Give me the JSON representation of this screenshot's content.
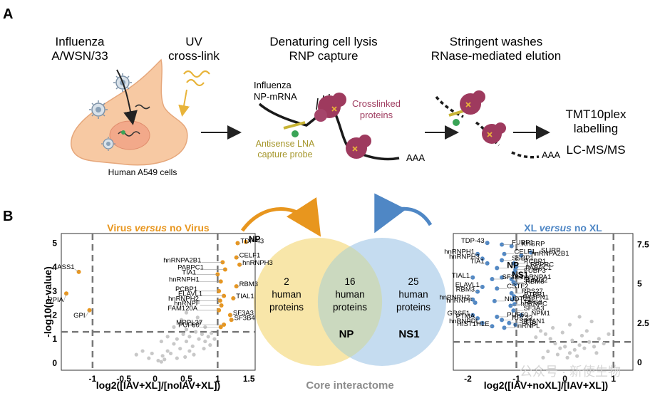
{
  "panelA": {
    "label": "A",
    "virus_label": [
      "Influenza",
      "A/WSN/33"
    ],
    "uv_label": [
      "UV",
      "cross-link"
    ],
    "cell_label": "Human A549 cells",
    "lysis_label": [
      "Denaturing cell lysis",
      "RNP capture"
    ],
    "np_mrna_label": [
      "Influenza",
      "NP-mRNA"
    ],
    "crosslinked_label": [
      "Crosslinked",
      "proteins"
    ],
    "lna_label": [
      "Antisense LNA",
      "capture probe"
    ],
    "polya_label": "AAA",
    "wash_label": [
      "Stringent washes",
      "RNase-mediated elution"
    ],
    "polya_label2": "AAA",
    "tmt_label": [
      "TMT10plex",
      "labelling"
    ],
    "lcms_label": "LC-MS/MS"
  },
  "panelB": {
    "label": "B",
    "left_title": {
      "part1": "Virus ",
      "part2": "versus",
      "part3": " no Virus"
    },
    "right_title": {
      "part1": "XL ",
      "part2": "versus",
      "part3": " no XL"
    },
    "left_ylabel": "-log10(p-value)",
    "left_xlabel": "log2([IAV+XL]/[noIAV+XL])",
    "right_xlabel": "log2([IAV+noXL]/[IAV+XL])",
    "core_label": "Core interactome",
    "venn": {
      "left_count": "2",
      "left_text": [
        "human",
        "proteins"
      ],
      "mid_count": "16",
      "mid_text": [
        "human",
        "proteins"
      ],
      "right_count": "25",
      "right_text": [
        "human",
        "proteins"
      ],
      "np": "NP",
      "ns1": "NS1"
    },
    "watermark": "公众号 · 新使生物",
    "colors": {
      "orange": "#e8961e",
      "gold_venn": "#f7e3a0",
      "blue_venn": "#b7d3ec",
      "blue_arrow": "#4f87c5",
      "grey_point": "#c8c8c8",
      "cell": "#f7c9a3",
      "protein": "#9e3a5e"
    }
  },
  "chart_data": [
    {
      "type": "scatter",
      "title": "Virus versus no Virus",
      "xlabel": "log2([IAV+XL]/[noIAV+XL])",
      "ylabel": "-log10(p-value)",
      "xticks": [
        "-1",
        "-0.5",
        "0",
        "0.5",
        "1",
        "1.5"
      ],
      "yticks": [
        "0",
        "1",
        "2",
        "3",
        "4",
        "5"
      ],
      "xlim": [
        -1.5,
        1.6
      ],
      "ylim": [
        -0.3,
        5.4
      ],
      "thresholds": {
        "x": [
          -1,
          1
        ],
        "y": 1.3
      },
      "labeled_points": [
        {
          "label": "ASS1",
          "x": -1.22,
          "y": 3.8
        },
        {
          "label": "PPIA",
          "x": -1.42,
          "y": 2.9
        },
        {
          "label": "GPI",
          "x": -1.05,
          "y": 2.2
        },
        {
          "label": "hnRNPA2B1",
          "x": 1.08,
          "y": 4.2
        },
        {
          "label": "PABPC1",
          "x": 1.12,
          "y": 3.9
        },
        {
          "label": "TDP-43",
          "x": 1.32,
          "y": 5.0
        },
        {
          "label": "NP",
          "x": 1.45,
          "y": 5.05
        },
        {
          "label": "CELF1",
          "x": 1.3,
          "y": 4.4
        },
        {
          "label": "hnRNPH3",
          "x": 1.35,
          "y": 4.1
        },
        {
          "label": "TIA1",
          "x": 1.0,
          "y": 3.7
        },
        {
          "label": "hnRNPH1",
          "x": 1.05,
          "y": 3.4
        },
        {
          "label": "RBM3",
          "x": 1.3,
          "y": 3.2
        },
        {
          "label": "PCBP1",
          "x": 1.02,
          "y": 3.0
        },
        {
          "label": "ELAVL1",
          "x": 1.1,
          "y": 2.8
        },
        {
          "label": "TIAL1",
          "x": 1.25,
          "y": 2.7
        },
        {
          "label": "hnRNPH2",
          "x": 1.04,
          "y": 2.6
        },
        {
          "label": "hnRNPF",
          "x": 1.06,
          "y": 2.4
        },
        {
          "label": "FAM120A",
          "x": 1.02,
          "y": 2.2
        },
        {
          "label": "SF3A3",
          "x": 1.2,
          "y": 2.0
        },
        {
          "label": "SF3B4",
          "x": 1.22,
          "y": 1.8
        },
        {
          "label": "MRPL37",
          "x": 1.1,
          "y": 1.6
        },
        {
          "label": "PUF60",
          "x": 1.05,
          "y": 1.5
        }
      ],
      "background_points": [
        [
          0.05,
          0.1
        ],
        [
          0.12,
          0.3
        ],
        [
          0.2,
          0.5
        ],
        [
          -0.1,
          0.2
        ],
        [
          0.3,
          0.8
        ],
        [
          0.35,
          1.0
        ],
        [
          0.45,
          1.2
        ],
        [
          0.5,
          0.9
        ],
        [
          0.55,
          1.1
        ],
        [
          0.6,
          0.7
        ],
        [
          0.4,
          0.6
        ],
        [
          0.25,
          0.4
        ],
        [
          0.15,
          0.15
        ],
        [
          0.65,
          1.3
        ],
        [
          0.7,
          1.0
        ],
        [
          0.75,
          1.2
        ],
        [
          0.8,
          0.9
        ],
        [
          0.85,
          1.1
        ],
        [
          0.9,
          1.25
        ],
        [
          0.5,
          1.4
        ],
        [
          0.3,
          1.5
        ],
        [
          0.6,
          1.6
        ],
        [
          0.72,
          1.7
        ],
        [
          0.42,
          1.8
        ],
        [
          -0.2,
          0.5
        ],
        [
          -0.3,
          0.35
        ],
        [
          0.1,
          0.9
        ],
        [
          0.2,
          1.1
        ],
        [
          0.95,
          1.0
        ],
        [
          0.8,
          1.5
        ],
        [
          0.55,
          0.5
        ],
        [
          0.35,
          0.2
        ],
        [
          0.1,
          0.05
        ],
        [
          -0.05,
          0.4
        ],
        [
          0.62,
          0.35
        ],
        [
          0.78,
          0.6
        ],
        [
          0.48,
          0.25
        ],
        [
          0.88,
          0.75
        ],
        [
          0.68,
          1.9
        ],
        [
          0.5,
          2.1
        ]
      ]
    },
    {
      "type": "scatter",
      "title": "XL versus no XL",
      "xlabel": "log2([IAV+noXL]/[IAV+XL])",
      "xticks": [
        "-2",
        "-1",
        "0",
        "1"
      ],
      "yticks": [
        "0",
        "2.5",
        "5",
        "7.5"
      ],
      "xlim": [
        -2.3,
        1.4
      ],
      "ylim": [
        -0.5,
        8.2
      ],
      "thresholds": {
        "x": [
          -1,
          1
        ],
        "y": 1.3
      },
      "labeled_points": [
        {
          "label": "TDP-43",
          "x": -1.6,
          "y": 7.6
        },
        {
          "label": "FUBP1",
          "x": -1.3,
          "y": 7.5
        },
        {
          "label": "KHSRP",
          "x": -1.1,
          "y": 7.4
        },
        {
          "label": "SLIRP",
          "x": -0.7,
          "y": 7.0
        },
        {
          "label": "hnRNPA2B1",
          "x": -0.9,
          "y": 6.8
        },
        {
          "label": "hnRNPH1",
          "x": -1.8,
          "y": 6.9
        },
        {
          "label": "hnRNPH3",
          "x": -1.7,
          "y": 6.6
        },
        {
          "label": "CELF1",
          "x": -1.25,
          "y": 6.9
        },
        {
          "label": "SSBP1",
          "x": -1.3,
          "y": 6.5
        },
        {
          "label": "PCBP1",
          "x": -1.05,
          "y": 6.3
        },
        {
          "label": "TIA1",
          "x": -1.6,
          "y": 6.3
        },
        {
          "label": "NP",
          "x": -1.4,
          "y": 6.0
        },
        {
          "label": "LRPPRC",
          "x": -1.0,
          "y": 6.1
        },
        {
          "label": "PABPC1",
          "x": -1.02,
          "y": 5.9
        },
        {
          "label": "FUBP3",
          "x": -1.05,
          "y": 5.7
        },
        {
          "label": "NS1",
          "x": -1.3,
          "y": 5.4
        },
        {
          "label": "SF3B4",
          "x": -1.5,
          "y": 5.3
        },
        {
          "label": "TIAL1",
          "x": -1.9,
          "y": 5.4
        },
        {
          "label": "hnRNPA1",
          "x": -1.1,
          "y": 5.3
        },
        {
          "label": "SUMO2",
          "x": -1.06,
          "y": 5.1
        },
        {
          "label": "RBM8",
          "x": -1.02,
          "y": 5.0
        },
        {
          "label": "ELAVL1",
          "x": -1.7,
          "y": 4.8
        },
        {
          "label": "CSTF2",
          "x": -1.4,
          "y": 4.7
        },
        {
          "label": "RBM3",
          "x": -1.8,
          "y": 4.5
        },
        {
          "label": "RPS27",
          "x": -1.1,
          "y": 4.4
        },
        {
          "label": "PTBP1",
          "x": -1.05,
          "y": 4.2
        },
        {
          "label": "PABPN1",
          "x": -1.08,
          "y": 4.0
        },
        {
          "label": "hnRNPH2",
          "x": -1.9,
          "y": 4.0
        },
        {
          "label": "hnRNPF",
          "x": -1.85,
          "y": 3.8
        },
        {
          "label": "NUDT21",
          "x": -1.45,
          "y": 3.9
        },
        {
          "label": "hnRNPC",
          "x": -1.12,
          "y": 3.6
        },
        {
          "label": "RPS2",
          "x": -1.04,
          "y": 3.7
        },
        {
          "label": "SF3A3",
          "x": -1.06,
          "y": 3.3
        },
        {
          "label": "GRSF1",
          "x": -1.9,
          "y": 3.0
        },
        {
          "label": "PTMA",
          "x": -1.8,
          "y": 2.8
        },
        {
          "label": "PUF60",
          "x": -1.4,
          "y": 2.9
        },
        {
          "label": "RPL22",
          "x": -1.3,
          "y": 2.7
        },
        {
          "label": "SPTAN1",
          "x": -1.15,
          "y": 2.5
        },
        {
          "label": "hnRNPDL",
          "x": -1.7,
          "y": 2.5
        },
        {
          "label": "HIST1H1E",
          "x": -1.5,
          "y": 2.3
        },
        {
          "label": "hnRNPL",
          "x": -1.25,
          "y": 2.2
        },
        {
          "label": "FBL",
          "x": -1.02,
          "y": 2.4
        },
        {
          "label": "NPM1",
          "x": -0.9,
          "y": 3.0
        }
      ],
      "background_points": [
        [
          0.05,
          0.3
        ],
        [
          0.1,
          0.6
        ],
        [
          -0.1,
          0.9
        ],
        [
          -0.2,
          1.2
        ],
        [
          -0.3,
          1.5
        ],
        [
          0.2,
          0.8
        ],
        [
          0.3,
          1.1
        ],
        [
          -0.4,
          1.8
        ],
        [
          -0.5,
          2.0
        ],
        [
          -0.6,
          1.6
        ],
        [
          0.15,
          1.4
        ],
        [
          0.0,
          1.0
        ],
        [
          -0.15,
          0.5
        ],
        [
          0.25,
          0.4
        ],
        [
          -0.35,
          0.7
        ],
        [
          0.4,
          0.9
        ],
        [
          0.5,
          1.3
        ],
        [
          0.6,
          1.0
        ],
        [
          -0.7,
          2.3
        ],
        [
          -0.8,
          2.6
        ],
        [
          0.35,
          1.7
        ],
        [
          0.45,
          2.0
        ],
        [
          -0.25,
          2.2
        ],
        [
          0.7,
          1.5
        ],
        [
          0.8,
          1.2
        ],
        [
          -0.05,
          1.9
        ],
        [
          0.1,
          2.4
        ],
        [
          0.55,
          2.6
        ],
        [
          -0.45,
          0.3
        ],
        [
          0.65,
          0.6
        ],
        [
          0.9,
          1.8
        ],
        [
          0.3,
          2.9
        ]
      ]
    }
  ]
}
